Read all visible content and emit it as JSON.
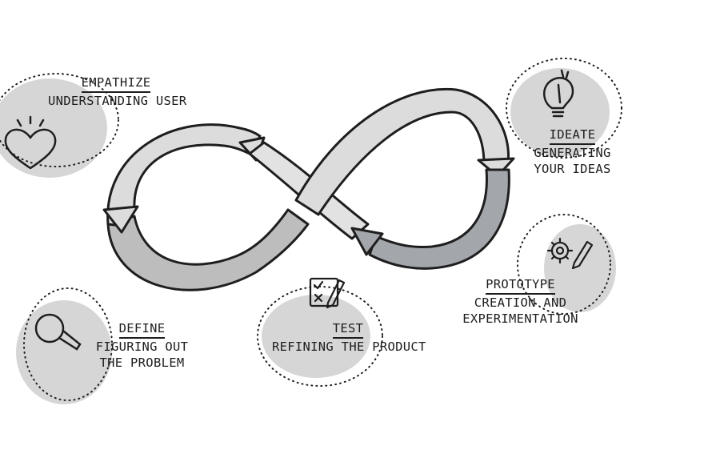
{
  "stages": {
    "empathize": {
      "title": "EMPATHIZE",
      "subtitle": "UNDERSTANDING USER",
      "icon": "heart-icon"
    },
    "define": {
      "title": "DEFINE",
      "subtitle_line1": "FIGURING OUT",
      "subtitle_line2": "THE PROBLEM",
      "icon": "magnifier-icon"
    },
    "ideate": {
      "title": "IDEATE",
      "subtitle_line1": "GENERATING",
      "subtitle_line2": "YOUR IDEAS",
      "icon": "lightbulb-icon"
    },
    "prototype": {
      "title": "PROTOTYPE",
      "subtitle_line1": "CREATION AND",
      "subtitle_line2": "EXPERIMENTATION",
      "icon": "gear-pencil-icon"
    },
    "test": {
      "title": "TEST",
      "subtitle": "REFINING THE PRODUCT",
      "icon": "checklist-icon"
    }
  },
  "colors": {
    "blob": "#d6d6d6",
    "loop_light": "#dcdcdc",
    "loop_mid": "#bdbdbd",
    "loop_dark": "#a3a6ab",
    "ink": "#1e1e1e"
  }
}
